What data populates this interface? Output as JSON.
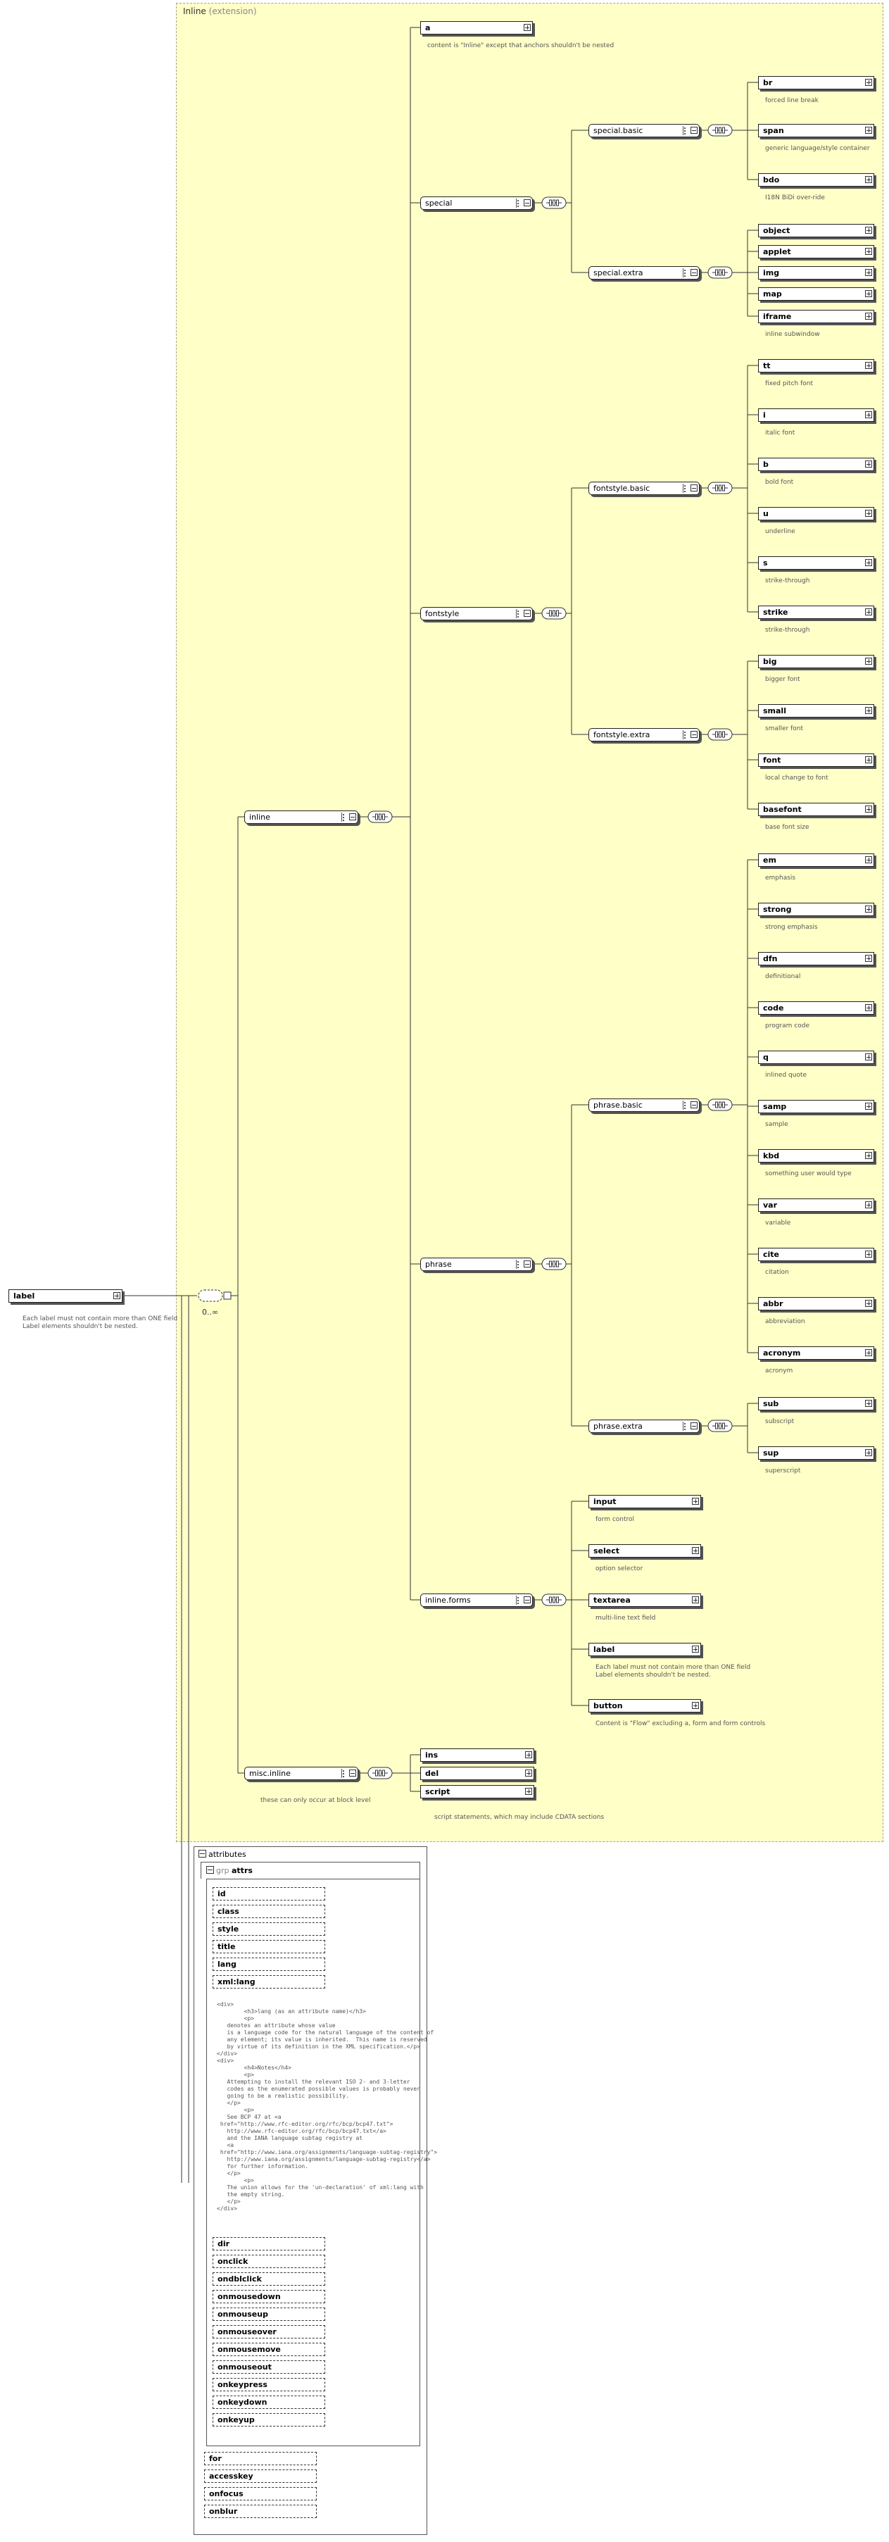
{
  "root": {
    "name": "label",
    "desc": "Each label must not contain more than ONE field\nLabel elements shouldn't be nested.",
    "occurrence": "0..∞"
  },
  "group": {
    "label": "Inline",
    "sub": "(extension)"
  },
  "branches": {
    "inline": "inline",
    "special": "special",
    "fontstyle": "fontstyle",
    "phrase": "phrase",
    "inline_forms": "inline.forms",
    "misc_inline": "misc.inline",
    "special_basic": "special.basic",
    "special_extra": "special.extra",
    "fontstyle_basic": "fontstyle.basic",
    "fontstyle_extra": "fontstyle.extra",
    "phrase_basic": "phrase.basic",
    "phrase_extra": "phrase.extra"
  },
  "elements": {
    "a": {
      "name": "a",
      "desc": "content is \"Inline\" except that anchors shouldn't be nested"
    },
    "br": {
      "name": "br",
      "desc": "forced line break"
    },
    "span": {
      "name": "span",
      "desc": "generic language/style container"
    },
    "bdo": {
      "name": "bdo",
      "desc": "I18N BiDi over-ride"
    },
    "object": {
      "name": "object"
    },
    "applet": {
      "name": "applet"
    },
    "img": {
      "name": "img"
    },
    "map": {
      "name": "map"
    },
    "iframe": {
      "name": "iframe",
      "desc": "inline subwindow"
    },
    "tt": {
      "name": "tt",
      "desc": "fixed pitch font"
    },
    "i": {
      "name": "i",
      "desc": "italic font"
    },
    "b": {
      "name": "b",
      "desc": "bold font"
    },
    "u": {
      "name": "u",
      "desc": "underline"
    },
    "s": {
      "name": "s",
      "desc": "strike-through"
    },
    "strike": {
      "name": "strike",
      "desc": "strike-through"
    },
    "big": {
      "name": "big",
      "desc": "bigger font"
    },
    "small": {
      "name": "small",
      "desc": "smaller font"
    },
    "font": {
      "name": "font",
      "desc": "local change to font"
    },
    "basefont": {
      "name": "basefont",
      "desc": "base font size"
    },
    "em": {
      "name": "em",
      "desc": "emphasis"
    },
    "strong": {
      "name": "strong",
      "desc": "strong emphasis"
    },
    "dfn": {
      "name": "dfn",
      "desc": "definitional"
    },
    "code": {
      "name": "code",
      "desc": "program code"
    },
    "q": {
      "name": "q",
      "desc": "inlined quote"
    },
    "samp": {
      "name": "samp",
      "desc": "sample"
    },
    "kbd": {
      "name": "kbd",
      "desc": "something user would type"
    },
    "var": {
      "name": "var",
      "desc": "variable"
    },
    "cite": {
      "name": "cite",
      "desc": "citation"
    },
    "abbr": {
      "name": "abbr",
      "desc": "abbreviation"
    },
    "acronym": {
      "name": "acronym",
      "desc": "acronym"
    },
    "sub": {
      "name": "sub",
      "desc": "subscript"
    },
    "sup": {
      "name": "sup",
      "desc": "superscript"
    },
    "input": {
      "name": "input",
      "desc": "form control"
    },
    "select": {
      "name": "select",
      "desc": "option selector"
    },
    "textarea": {
      "name": "textarea",
      "desc": "multi-line text field"
    },
    "label": {
      "name": "label",
      "desc": "Each label must not contain more than ONE field\nLabel elements shouldn't be nested."
    },
    "button": {
      "name": "button",
      "desc": "Content is \"Flow\" excluding a, form and form controls"
    },
    "ins": {
      "name": "ins"
    },
    "del": {
      "name": "del"
    },
    "script": {
      "name": "script",
      "desc": "script statements, which may include CDATA sections"
    },
    "misc_desc": "these can only occur at block level"
  },
  "attributes": {
    "title": "attributes",
    "group_prefix": "grp",
    "group_name": "attrs",
    "items": [
      "id",
      "class",
      "style",
      "title",
      "lang",
      "xml:lang"
    ],
    "doc": "<div>\n        <h3>lang (as an attribute name)</h3>\n        <p>\n   denotes an attribute whose value\n   is a language code for the natural language of the content of\n   any element; its value is inherited.  This name is reserved\n   by virtue of its definition in the XML specification.</p>\n</div>\n<div>\n        <h4>Notes</h4>\n        <p>\n   Attempting to install the relevant ISO 2- and 3-letter\n   codes as the enumerated possible values is probably never\n   going to be a realistic possibility.\n   </p>\n        <p>\n   See BCP 47 at <a\n href=\"http://www.rfc-editor.org/rfc/bcp/bcp47.txt\">\n   http://www.rfc-editor.org/rfc/bcp/bcp47.txt</a>\n   and the IANA language subtag registry at\n   <a\n href=\"http://www.iana.org/assignments/language-subtag-registry\">\n   http://www.iana.org/assignments/language-subtag-registry</a>\n   for further information.\n   </p>\n        <p>\n   The union allows for the 'un-declaration' of xml:lang with\n   the empty string.\n   </p>\n</div>",
    "items2": [
      "dir",
      "onclick",
      "ondblclick",
      "onmousedown",
      "onmouseup",
      "onmouseover",
      "onmousemove",
      "onmouseout",
      "onkeypress",
      "onkeydown",
      "onkeyup"
    ],
    "items3": [
      "for",
      "accesskey",
      "onfocus",
      "onblur"
    ]
  }
}
